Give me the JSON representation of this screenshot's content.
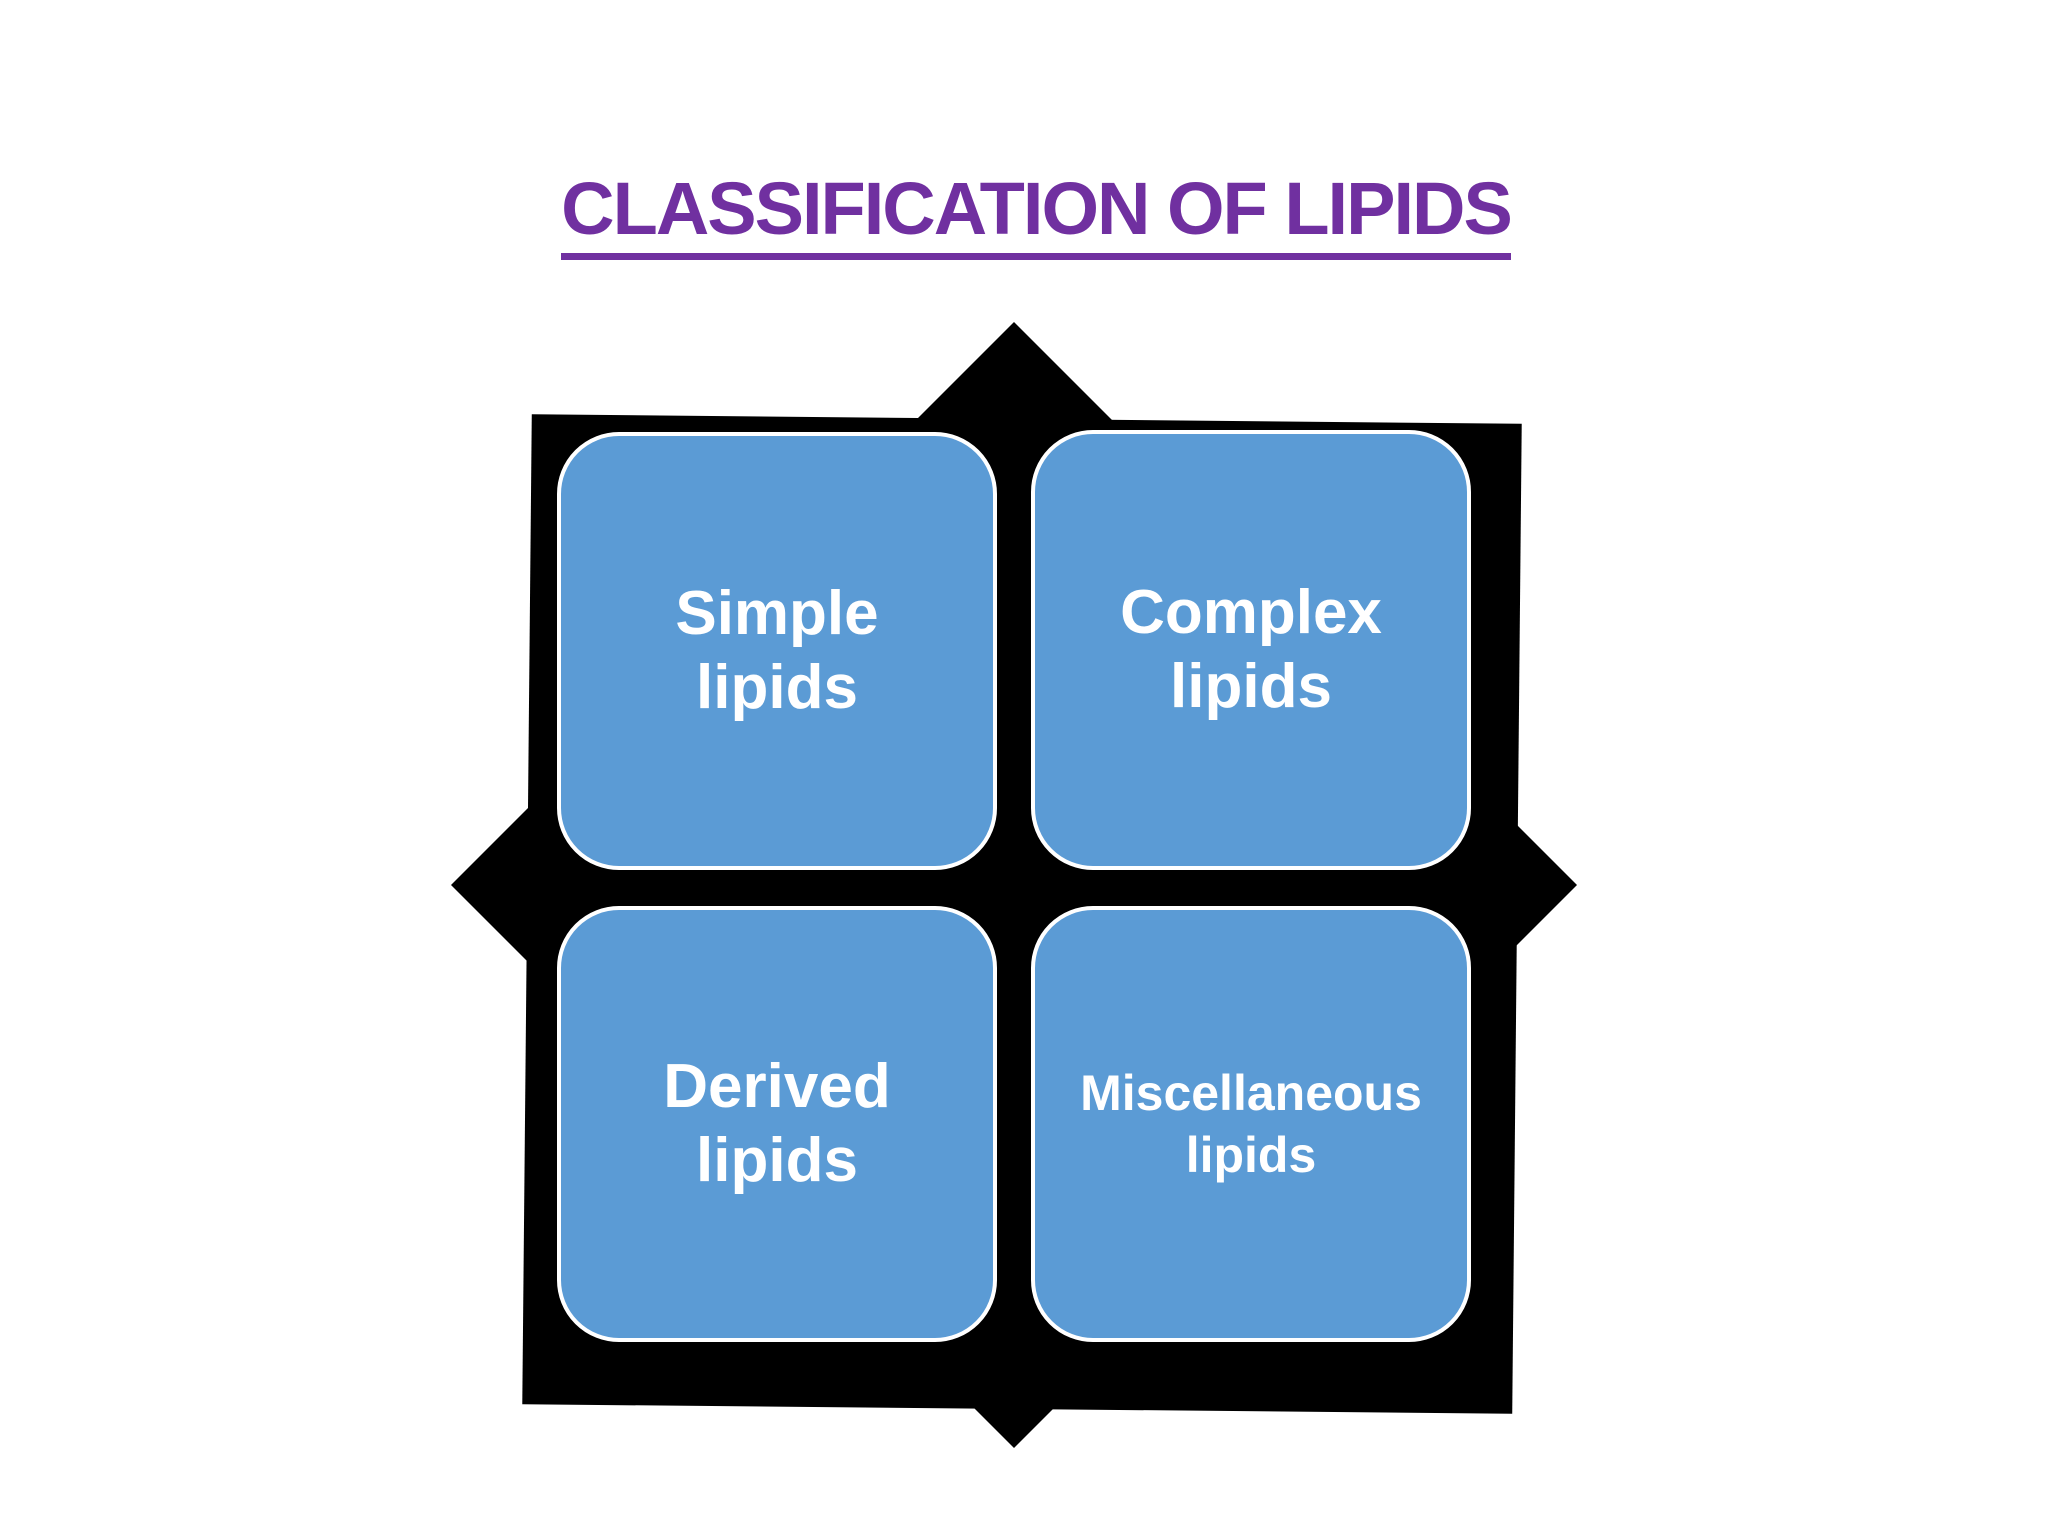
{
  "title": {
    "text": "CLASSIFICATION OF LIPIDS"
  },
  "colors": {
    "title_purple": "#7030A0",
    "box_blue": "#5B9BD5",
    "shape_black": "#000000",
    "box_text": "#FFFFFF",
    "page_bg": "#FFFFFF"
  },
  "diagram": {
    "shape": "four-point-star-behind-grid",
    "boxes": [
      {
        "id": "simple-lipids",
        "label": "Simple\nlipids"
      },
      {
        "id": "complex-lipids",
        "label": "Complex\nlipids"
      },
      {
        "id": "derived-lipids",
        "label": "Derived\nlipids"
      },
      {
        "id": "miscellaneous-lipids",
        "label": "Miscellaneous\nlipids"
      }
    ]
  }
}
